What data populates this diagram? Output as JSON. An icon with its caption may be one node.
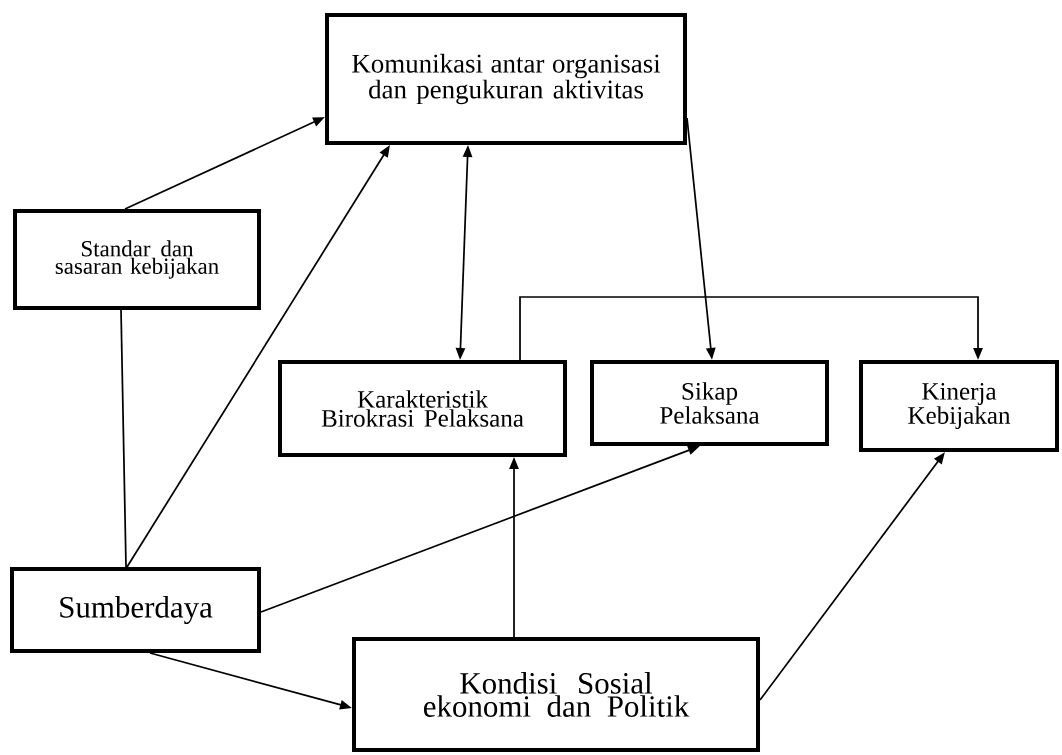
{
  "diagram": {
    "nodes": [
      {
        "text": [
          "Komunikasi antar organisasi dan pengukuran aktivitas"
        ]
      },
      {
        "text": [
          "Standar dan sasaran kebijakan"
        ]
      },
      {
        "text": [
          "Karakteristik Birokrasi Pelaksana"
        ]
      },
      {
        "text": [
          "Sikap Pelaksana"
        ]
      },
      {
        "text": [
          "Kinerja Kebijakan"
        ]
      },
      {
        "text": [
          "Sumberdaya"
        ]
      },
      {
        "text": [
          "Kondisi Sosial ekonomi dan Politik"
        ]
      }
    ],
    "edges": [
      {
        "from": 1,
        "to": 0,
        "arrow": "to"
      },
      {
        "from": 5,
        "to": 0,
        "arrow": "to"
      },
      {
        "from": 0,
        "to": 2,
        "arrow": "both"
      },
      {
        "from": 0,
        "to": 3,
        "arrow": "to"
      },
      {
        "from": 2,
        "to": 4,
        "arrow": "to"
      },
      {
        "from": 1,
        "to": 5,
        "arrow": "none"
      },
      {
        "from": 5,
        "to": 3,
        "arrow": "to"
      },
      {
        "from": 5,
        "to": 6,
        "arrow": "to"
      },
      {
        "from": 6,
        "to": 2,
        "arrow": "to"
      },
      {
        "from": 6,
        "to": 4,
        "arrow": "to"
      }
    ]
  }
}
